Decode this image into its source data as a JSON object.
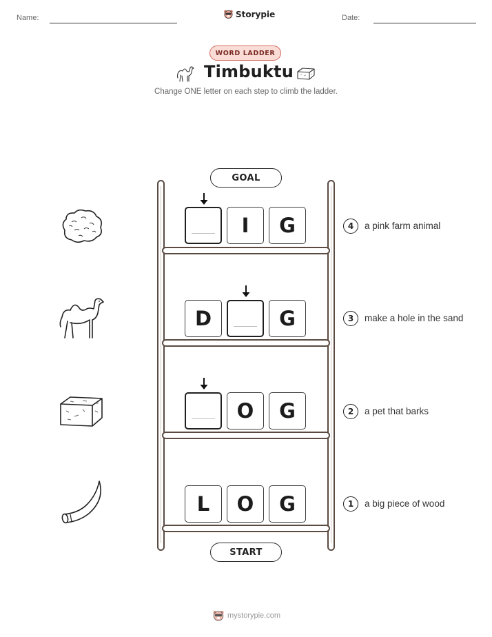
{
  "header": {
    "name_label": "Name:",
    "date_label": "Date:",
    "brand": "Storypie"
  },
  "badge": "WORD LADDER",
  "title": "Timbuktu",
  "subtitle": "Change ONE letter on each step to climb the ladder.",
  "goal_label": "GOAL",
  "start_label": "START",
  "rungs": [
    {
      "number": "4",
      "letters": [
        "",
        "I",
        "G"
      ],
      "clue": "a pink farm animal",
      "picture": "cotton-bale-icon"
    },
    {
      "number": "3",
      "letters": [
        "D",
        "",
        "G"
      ],
      "clue": "make a hole in the sand",
      "picture": "camel-icon"
    },
    {
      "number": "2",
      "letters": [
        "",
        "O",
        "G"
      ],
      "clue": "a pet that barks",
      "picture": "salt-block-icon"
    },
    {
      "number": "1",
      "letters": [
        "L",
        "O",
        "G"
      ],
      "clue": "a big piece of wood",
      "picture": "horn-icon"
    }
  ],
  "footer": "mystorypie.com",
  "colors": {
    "badge_fill": "#f9dcd6",
    "badge_border": "#d46a5e",
    "ladder": "#5a4a42"
  }
}
